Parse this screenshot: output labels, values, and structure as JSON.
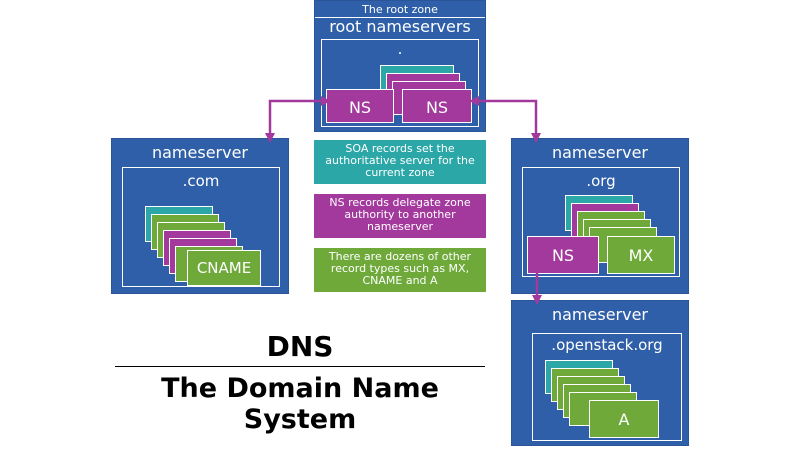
{
  "root": {
    "zone_caption": "The root zone",
    "title": "root nameservers",
    "zone_label": ".",
    "ns_labels": [
      "NS",
      "NS"
    ]
  },
  "left": {
    "title": "nameserver",
    "zone_label": ".com",
    "record_label": "CNAME"
  },
  "right_top": {
    "title": "nameserver",
    "zone_label": ".org",
    "ns_label": "NS",
    "mx_label": "MX"
  },
  "right_bottom": {
    "title": "nameserver",
    "zone_label": ".openstack.org",
    "record_label": "A"
  },
  "legend": {
    "soa": "SOA records set the authoritative server for the current zone",
    "ns": "NS records delegate zone authority to another nameserver",
    "other": "There are dozens of other record types such as MX, CNAME and A"
  },
  "heading": {
    "title": "DNS",
    "subtitle": "The Domain Name System"
  },
  "colors": {
    "server_blue": "#2f5fa8",
    "soa_teal": "#2ba7a7",
    "ns_purple": "#a3399c",
    "other_green": "#6ea93a"
  }
}
